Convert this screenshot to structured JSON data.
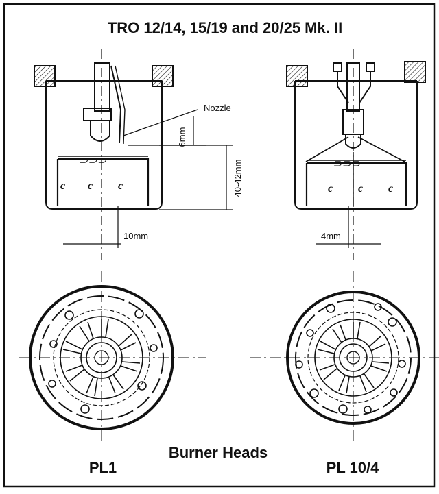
{
  "title": "TRO 12/14, 15/19 and 20/25 Mk. II",
  "left_head": {
    "nozzle_label": "Nozzle",
    "dim_gap": "6mm",
    "dim_depth": "40-42mm",
    "dim_offset": "10mm",
    "name": "PL1"
  },
  "right_head": {
    "dim_offset": "4mm",
    "name": "PL 10/4"
  },
  "caption": "Burner Heads"
}
